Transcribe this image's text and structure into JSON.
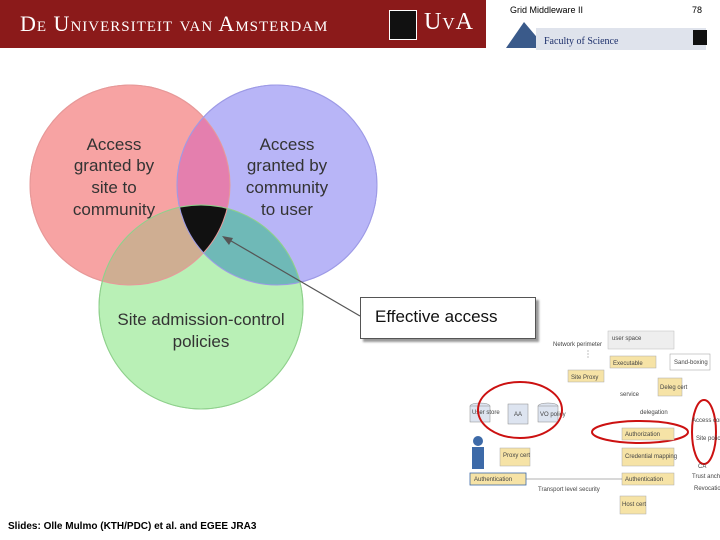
{
  "header": {
    "university": "De Universiteit van Amsterdam",
    "uva_logo": "UvA",
    "course": "Grid Middleware II",
    "page": "78",
    "faculty": "Faculty of Science"
  },
  "venn": {
    "site_to_community": "Access\ngranted by\nsite to\ncommunity",
    "community_to_user": "Access\ngranted by\ncommunity\nto user",
    "site_admission": "Site admission-control\npolicies",
    "effective": "Effective access",
    "colors": {
      "site": "#f7a3a3",
      "community": "#b8b5f7",
      "admission": "#b9f0b6",
      "center": "#111111"
    }
  },
  "architecture": {
    "labels": {
      "network_perimeter": "Network perimeter",
      "user_space": "user space",
      "executable": "Executable",
      "sandboxing": "Sand-boxing",
      "site_proxy": "Site Proxy",
      "delegation_cert": "Deleg cert",
      "service": "service",
      "delegation": "delegation",
      "user_store": "User store",
      "aa": "AA",
      "vo_policy": "VO policy",
      "authorization": "Authorization",
      "access_control": "Access control",
      "site_policy": "Site policy",
      "proxy_cert": "Proxy cert",
      "credential_mapping": "Credential mapping",
      "authentication_left": "Authentication",
      "authentication_right": "Authentication",
      "revocation": "Revocation",
      "host_cert": "Host cert",
      "transport_security": "Transport level security",
      "ca": "CA",
      "trust_anchors": "Trust anchors"
    }
  },
  "footer": "Slides: Olle Mulmo (KTH/PDC) et al. and EGEE JRA3"
}
